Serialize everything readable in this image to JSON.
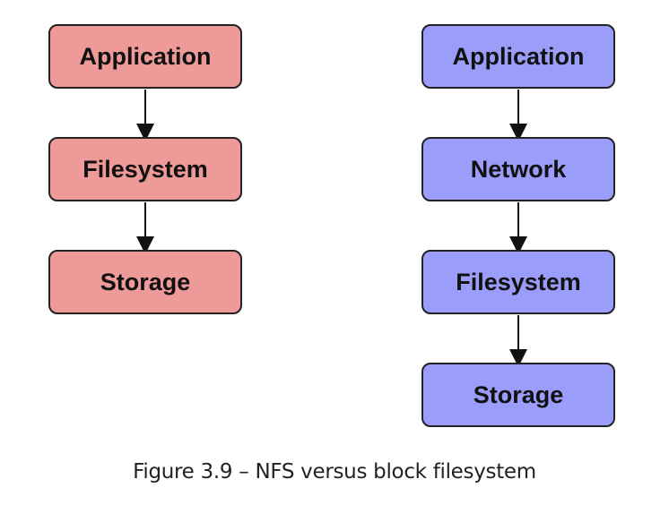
{
  "colors": {
    "left_fill": "#ee9a98",
    "right_fill": "#9b9dfb",
    "border": "#222222"
  },
  "left_stack": {
    "items": [
      "Application",
      "Filesystem",
      "Storage"
    ]
  },
  "right_stack": {
    "items": [
      "Application",
      "Network",
      "Filesystem",
      "Storage"
    ]
  },
  "caption": "Figure 3.9 – NFS versus block filesystem"
}
